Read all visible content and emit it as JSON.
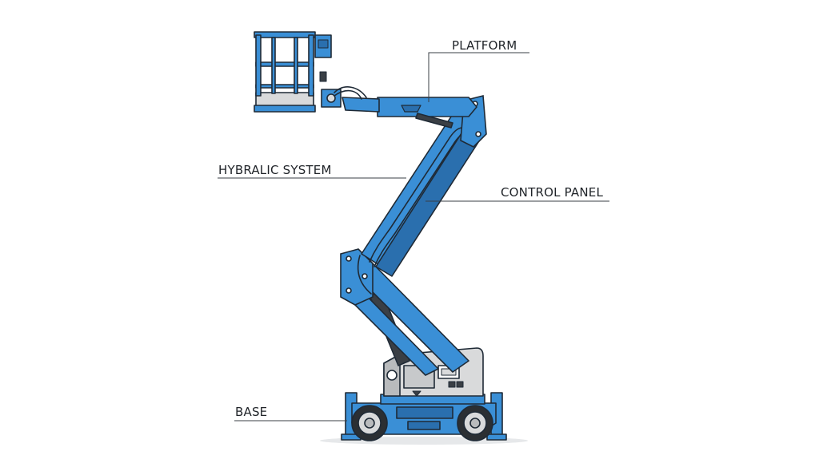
{
  "labels": {
    "platform": "PLATFORM",
    "hydraulic_system": "HYBRALIC SYSTEM",
    "control_panel": "CONTROL PANEL",
    "base": "BASE"
  },
  "colors": {
    "boom_blue": "#3a8fd6",
    "boom_blue_dark": "#2a6fae",
    "outline": "#1f2a36",
    "engine_grey": "#d9dadb",
    "engine_grey_dark": "#b9bbbd",
    "tire": "#2b2f33"
  }
}
